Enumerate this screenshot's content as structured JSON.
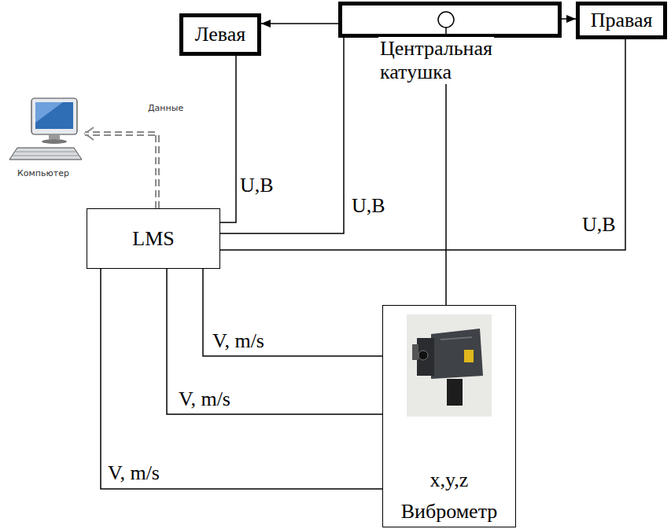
{
  "diagram": {
    "nodes": [
      {
        "text": [
          "Левая"
        ]
      },
      {
        "text": [
          "Центральная катушка"
        ]
      },
      {
        "text": [
          "Правая"
        ]
      },
      {
        "text": [
          "Компьютер"
        ]
      },
      {
        "text": [
          "LMS"
        ]
      },
      {
        "text": [
          "x,y,z",
          "Виброметр"
        ]
      }
    ],
    "edges": [
      {
        "from": 1,
        "to": 0,
        "arrow": "to"
      },
      {
        "from": 1,
        "to": 2,
        "arrow": "to"
      },
      {
        "from": 4,
        "to": 0,
        "label": "U,B",
        "arrow": "none"
      },
      {
        "from": 4,
        "to": 1,
        "label": "U,B",
        "arrow": "none"
      },
      {
        "from": 4,
        "to": 2,
        "label": "U,B",
        "arrow": "none"
      },
      {
        "from": 4,
        "to": 5,
        "label": "V, m/s",
        "arrow": "none"
      },
      {
        "from": 4,
        "to": 5,
        "label": "V, m/s",
        "arrow": "none"
      },
      {
        "from": 4,
        "to": 5,
        "label": "V, m/s",
        "arrow": "none"
      },
      {
        "from": 5,
        "to": 1,
        "arrow": "none"
      },
      {
        "from": 4,
        "to": 3,
        "label": "Данные",
        "arrow": "to"
      }
    ]
  }
}
